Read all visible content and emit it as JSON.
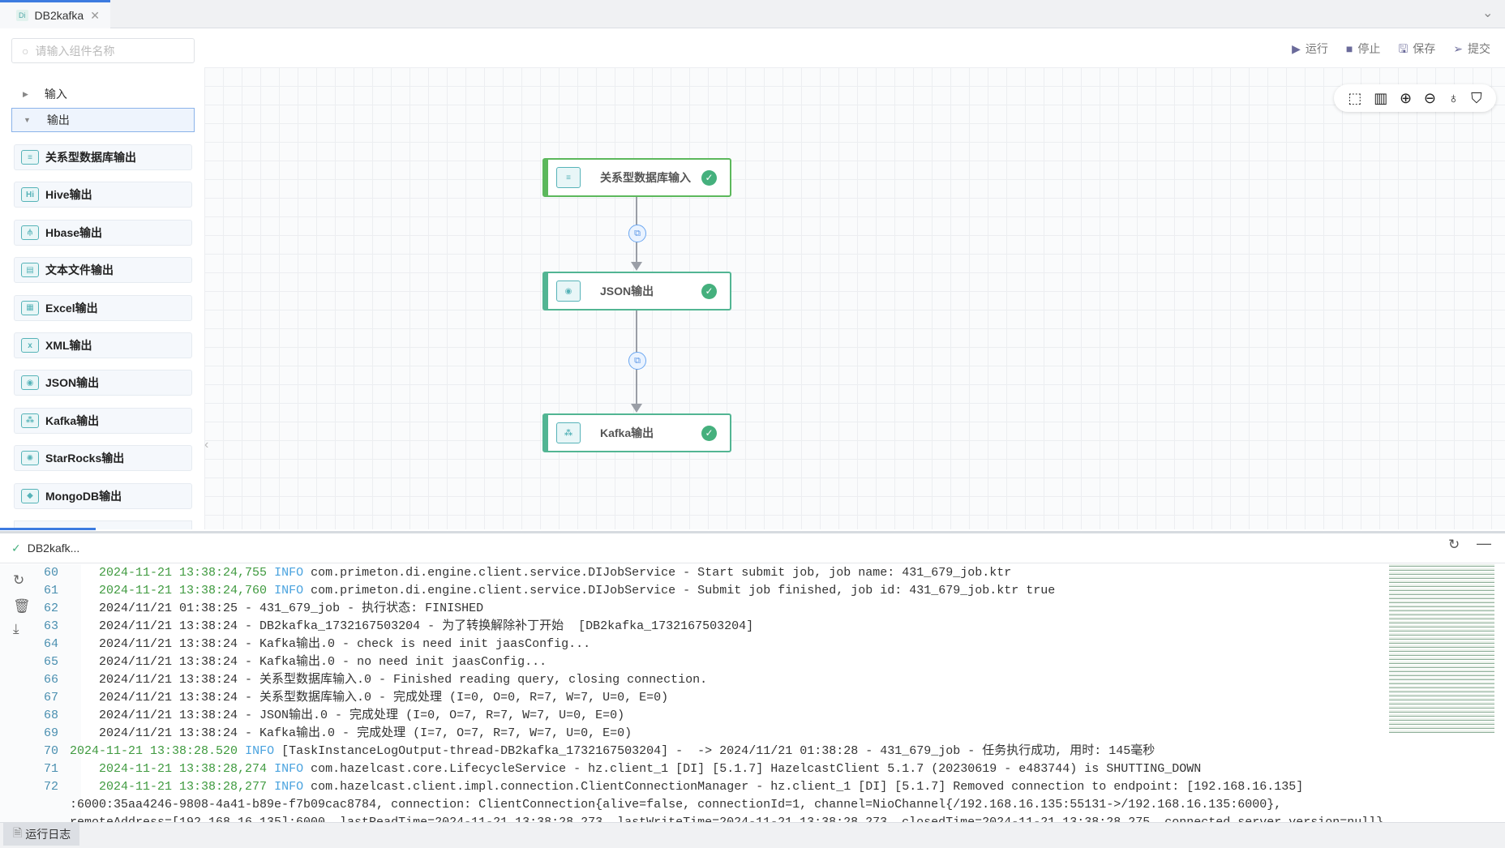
{
  "tab": {
    "title": "DB2kafka",
    "badge": "Di"
  },
  "search": {
    "placeholder": "请输入组件名称"
  },
  "tree": {
    "input": "输入",
    "output": "输出"
  },
  "components": [
    {
      "label": "关系型数据库输出",
      "icon": "database-icon",
      "glyph": "≡"
    },
    {
      "label": "Hive输出",
      "icon": "hive-icon",
      "glyph": "Hi"
    },
    {
      "label": "Hbase输出",
      "icon": "hbase-icon",
      "glyph": "⫛"
    },
    {
      "label": "文本文件输出",
      "icon": "text-file-icon",
      "glyph": "▤"
    },
    {
      "label": "Excel输出",
      "icon": "excel-icon",
      "glyph": "▦"
    },
    {
      "label": "XML输出",
      "icon": "xml-icon",
      "glyph": "x"
    },
    {
      "label": "JSON输出",
      "icon": "json-icon",
      "glyph": "◉"
    },
    {
      "label": "Kafka输出",
      "icon": "kafka-icon",
      "glyph": "⁂"
    },
    {
      "label": "StarRocks输出",
      "icon": "starrocks-icon",
      "glyph": "✺"
    },
    {
      "label": "MongoDB输出",
      "icon": "mongodb-icon",
      "glyph": "◆"
    }
  ],
  "actions": {
    "run": "运行",
    "stop": "停止",
    "save": "保存",
    "submit": "提交"
  },
  "nodes": [
    {
      "label": "关系型数据库输入",
      "icon": "database-icon",
      "glyph": "≡",
      "status": "success"
    },
    {
      "label": "JSON输出",
      "icon": "json-icon",
      "glyph": "◉",
      "status": "success"
    },
    {
      "label": "Kafka输出",
      "icon": "kafka-icon",
      "glyph": "⁂",
      "status": "success"
    }
  ],
  "colors": {
    "accent": "#3d7be0",
    "node_border": "#52b593",
    "success": "#45b07d",
    "timestamp": "#3f9a3f",
    "info": "#4aa3df"
  },
  "log": {
    "title": "DB2kafk...",
    "bottom_tab": "运行日志",
    "lines": [
      {
        "n": "60",
        "ts": "2024-11-21 13:38:24,755",
        "lv": "INFO",
        "msg": "com.primeton.di.engine.client.service.DIJobService - Start submit job, job name: 431_679_job.ktr"
      },
      {
        "n": "61",
        "ts": "2024-11-21 13:38:24,760",
        "lv": "INFO",
        "msg": "com.primeton.di.engine.client.service.DIJobService - Submit job finished, job id: 431_679_job.ktr true"
      },
      {
        "n": "62",
        "ts": "",
        "lv": "",
        "msg": "2024/11/21 01:38:25 - 431_679_job - 执行状态: FINISHED"
      },
      {
        "n": "63",
        "ts": "",
        "lv": "",
        "msg": "2024/11/21 13:38:24 - DB2kafka_1732167503204 - 为了转换解除补丁开始  [DB2kafka_1732167503204]"
      },
      {
        "n": "64",
        "ts": "",
        "lv": "",
        "msg": "2024/11/21 13:38:24 - Kafka输出.0 - check is need init jaasConfig..."
      },
      {
        "n": "65",
        "ts": "",
        "lv": "",
        "msg": "2024/11/21 13:38:24 - Kafka输出.0 - no need init jaasConfig..."
      },
      {
        "n": "66",
        "ts": "",
        "lv": "",
        "msg": "2024/11/21 13:38:24 - 关系型数据库输入.0 - Finished reading query, closing connection."
      },
      {
        "n": "67",
        "ts": "",
        "lv": "",
        "msg": "2024/11/21 13:38:24 - 关系型数据库输入.0 - 完成处理 (I=0, O=0, R=7, W=7, U=0, E=0)"
      },
      {
        "n": "68",
        "ts": "",
        "lv": "",
        "msg": "2024/11/21 13:38:24 - JSON输出.0 - 完成处理 (I=0, O=7, R=7, W=7, U=0, E=0)"
      },
      {
        "n": "69",
        "ts": "",
        "lv": "",
        "msg": "2024/11/21 13:38:24 - Kafka输出.0 - 完成处理 (I=7, O=7, R=7, W=7, U=0, E=0)"
      },
      {
        "n": "70",
        "ts": "2024-11-21 13:38:28.520",
        "lv": "INFO",
        "msg": "[TaskInstanceLogOutput-thread-DB2kafka_1732167503204] -  -> 2024/11/21 01:38:28 - 431_679_job - 任务执行成功, 用时: 145毫秒",
        "flush": true
      },
      {
        "n": "71",
        "ts": "2024-11-21 13:38:28,274",
        "lv": "INFO",
        "msg": "com.hazelcast.core.LifecycleService - hz.client_1 [DI] [5.1.7] HazelcastClient 5.1.7 (20230619 - e483744) is SHUTTING_DOWN"
      },
      {
        "n": "72",
        "ts": "2024-11-21 13:38:28,277",
        "lv": "INFO",
        "msg": "com.hazelcast.client.impl.connection.ClientConnectionManager - hz.client_1 [DI] [5.1.7] Removed connection to endpoint: [192.168.16.135]"
      }
    ],
    "wrap1": ":6000:35aa4246-9808-4a41-b89e-f7b09cac8784, connection: ClientConnection{alive=false, connectionId=1, channel=NioChannel{/192.168.16.135:55131->/192.168.16.135:6000},",
    "wrap2": "remoteAddress=[192.168.16.135]:6000, lastReadTime=2024-11-21 13:38:28.273, lastWriteTime=2024-11-21 13:38:28.273, closedTime=2024-11-21 13:38:28.275, connected server version=null}"
  }
}
